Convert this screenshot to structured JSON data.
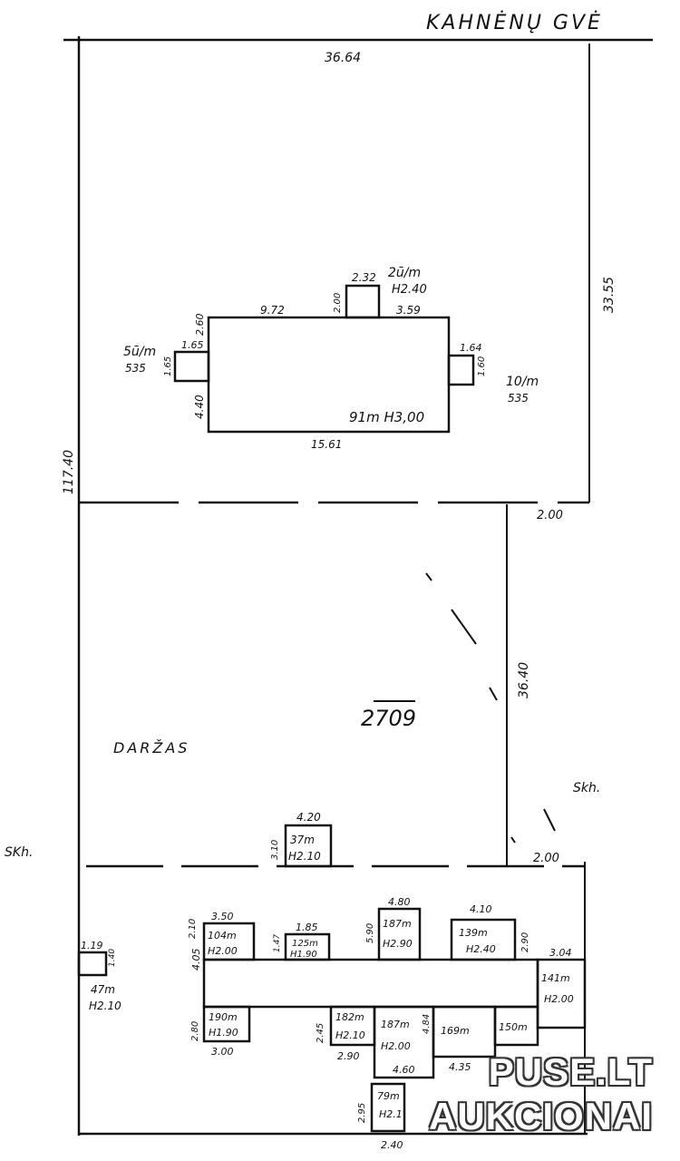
{
  "street": "KAHNĖNŲ GVĖ",
  "zone_label": "DARŽAS",
  "lot_label_left": "SKh.",
  "lot_label_right": "Skh.",
  "area_total": "2709",
  "dims": {
    "top": "36.64",
    "left": "117.40",
    "right_top": "33.55",
    "gap_right": "2.00",
    "mid_vertical": "36.40",
    "bottom_right_gap": "2.00"
  },
  "house": {
    "width_top_left": "9.72",
    "width_top_right": "3.59",
    "width_bottom": "15.61",
    "height_left_top": "2.60",
    "height_left": "4.40",
    "label": "91m H3,00",
    "top_ext_width": "2.32",
    "top_ext_height": "2.00",
    "top_ext_label_area": "2ū/m",
    "top_ext_label_h": "H2.40",
    "left_ext_width": "1.65",
    "left_ext_height": "1.65",
    "left_ext_area": "5ū/m",
    "left_ext_h": "535",
    "right_ext_width": "1.64",
    "right_ext_height": "1.60",
    "right_ext_area": "10/m",
    "right_ext_h": "535"
  },
  "outbuildings": {
    "shed_width": "4.20",
    "shed_height": "3.10",
    "shed_area": "37m",
    "shed_h": "H2.10",
    "left_small_w": "1.19",
    "left_small_h": "1.40",
    "left_small_area": "47m",
    "left_small_hh": "H2.10",
    "top_right_gap": "2.00",
    "row_top": [
      {
        "w": "3.50",
        "h": "2.10",
        "area": "104m",
        "hh": "H2.00"
      },
      {
        "w": "1.85",
        "h": "1.47",
        "area": "125m",
        "hh": "H1.90"
      },
      {
        "w": "4.80",
        "h": "5.90",
        "area": "187m",
        "hh": "H2.90"
      },
      {
        "w": "4.10",
        "h": "2.90",
        "area": "139m",
        "hh": "H2.40"
      }
    ],
    "main_height_left": "4.05",
    "right_col_w": "3.04",
    "right_col_area": "141m",
    "right_col_h": "H2.00",
    "row_bottom": [
      {
        "w": "3.00",
        "h": "2.80",
        "area": "190m",
        "hh": "H1.90"
      },
      {
        "w": "2.90",
        "h": "2.45",
        "area": "182m",
        "hh": "H2.10"
      },
      {
        "w": "4.60",
        "h": "4.84",
        "area": "187m",
        "hh": "H2.00"
      },
      {
        "w": "4.35",
        "h": "",
        "area": "169m",
        "hh": ""
      },
      {
        "w": "",
        "h": "",
        "area": "150m",
        "hh": ""
      }
    ],
    "bottom_small_w": "2.40",
    "bottom_small_h": "2.95",
    "bottom_small_area": "79m",
    "bottom_small_hh": "H2.1"
  },
  "watermark": {
    "line1": "PUSE.LT",
    "line2": "AUKCIONAI"
  }
}
